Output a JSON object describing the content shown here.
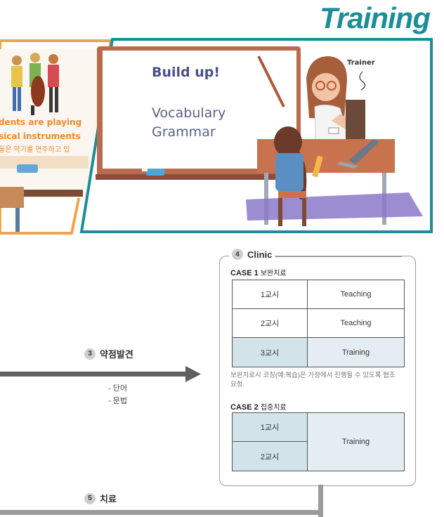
{
  "title": "Training",
  "left_panel": {
    "text_line1": "dents are playing",
    "text_line2": "sical instruments",
    "text_line3": "들은 악기를 연주하고 있"
  },
  "board": {
    "heading": "Build up!",
    "line1": "Vocabulary",
    "line2": "Grammar"
  },
  "trainer_label": "Trainer",
  "steps": {
    "weakness": {
      "num": "3",
      "label": "약점발견",
      "items": [
        "- 단어",
        "- 문법"
      ]
    },
    "clinic": {
      "num": "4",
      "label": "Clinic"
    },
    "treatment": {
      "num": "5",
      "label": "치료"
    }
  },
  "case1": {
    "title": "CASE 1",
    "subtitle": "보완치료",
    "rows": [
      {
        "period": "1교시",
        "activity": "Teaching"
      },
      {
        "period": "2교시",
        "activity": "Teaching"
      },
      {
        "period": "3교시",
        "activity": "Training"
      }
    ],
    "note": "보완치료시 코칭(예:복습)은 가정에서 진행될 수 있도록 협조 요청."
  },
  "case2": {
    "title": "CASE 2",
    "subtitle": "집중치료",
    "periods": [
      "1교시",
      "2교시"
    ],
    "activity": "Training"
  },
  "colors": {
    "teal": "#1b8e98",
    "orange": "#f2a44d",
    "highlight": "#d3e3ea"
  }
}
